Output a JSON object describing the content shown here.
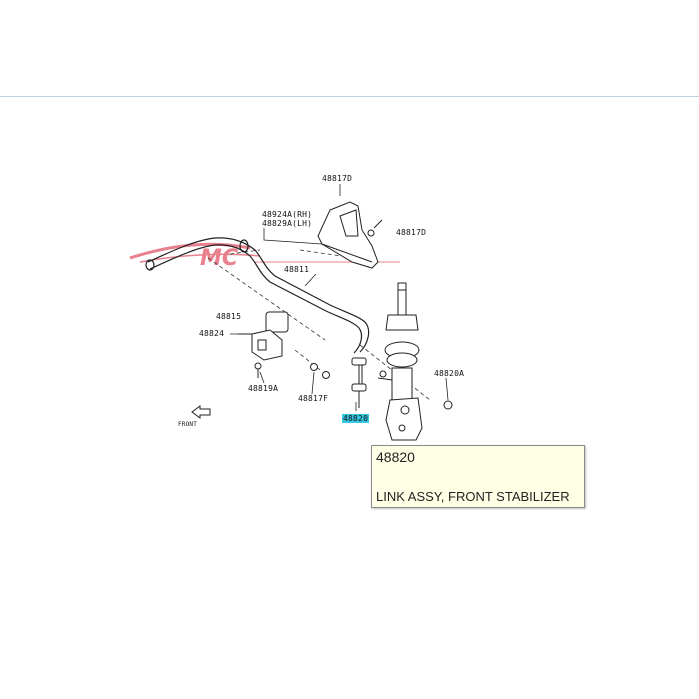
{
  "watermark": {
    "text": "MC",
    "color": "#e46a7a"
  },
  "parts": {
    "p48817D_top": "48817D",
    "p48924A": "48924A(RH)",
    "p48829A": "48829A(LH)",
    "p48817D_right": "48817D",
    "p48811": "48811",
    "p48815": "48815",
    "p48824": "48824",
    "p48819A": "48819A",
    "p48817F": "48817F",
    "p48820": "48820",
    "p48820A": "48820A",
    "front": "FRONT"
  },
  "tooltip": {
    "part_number": "48820",
    "description": "LINK ASSY, FRONT STABILIZER"
  },
  "colors": {
    "highlight": "#35c6e0",
    "tooltip_bg": "#ffffe6",
    "line": "#222222"
  }
}
